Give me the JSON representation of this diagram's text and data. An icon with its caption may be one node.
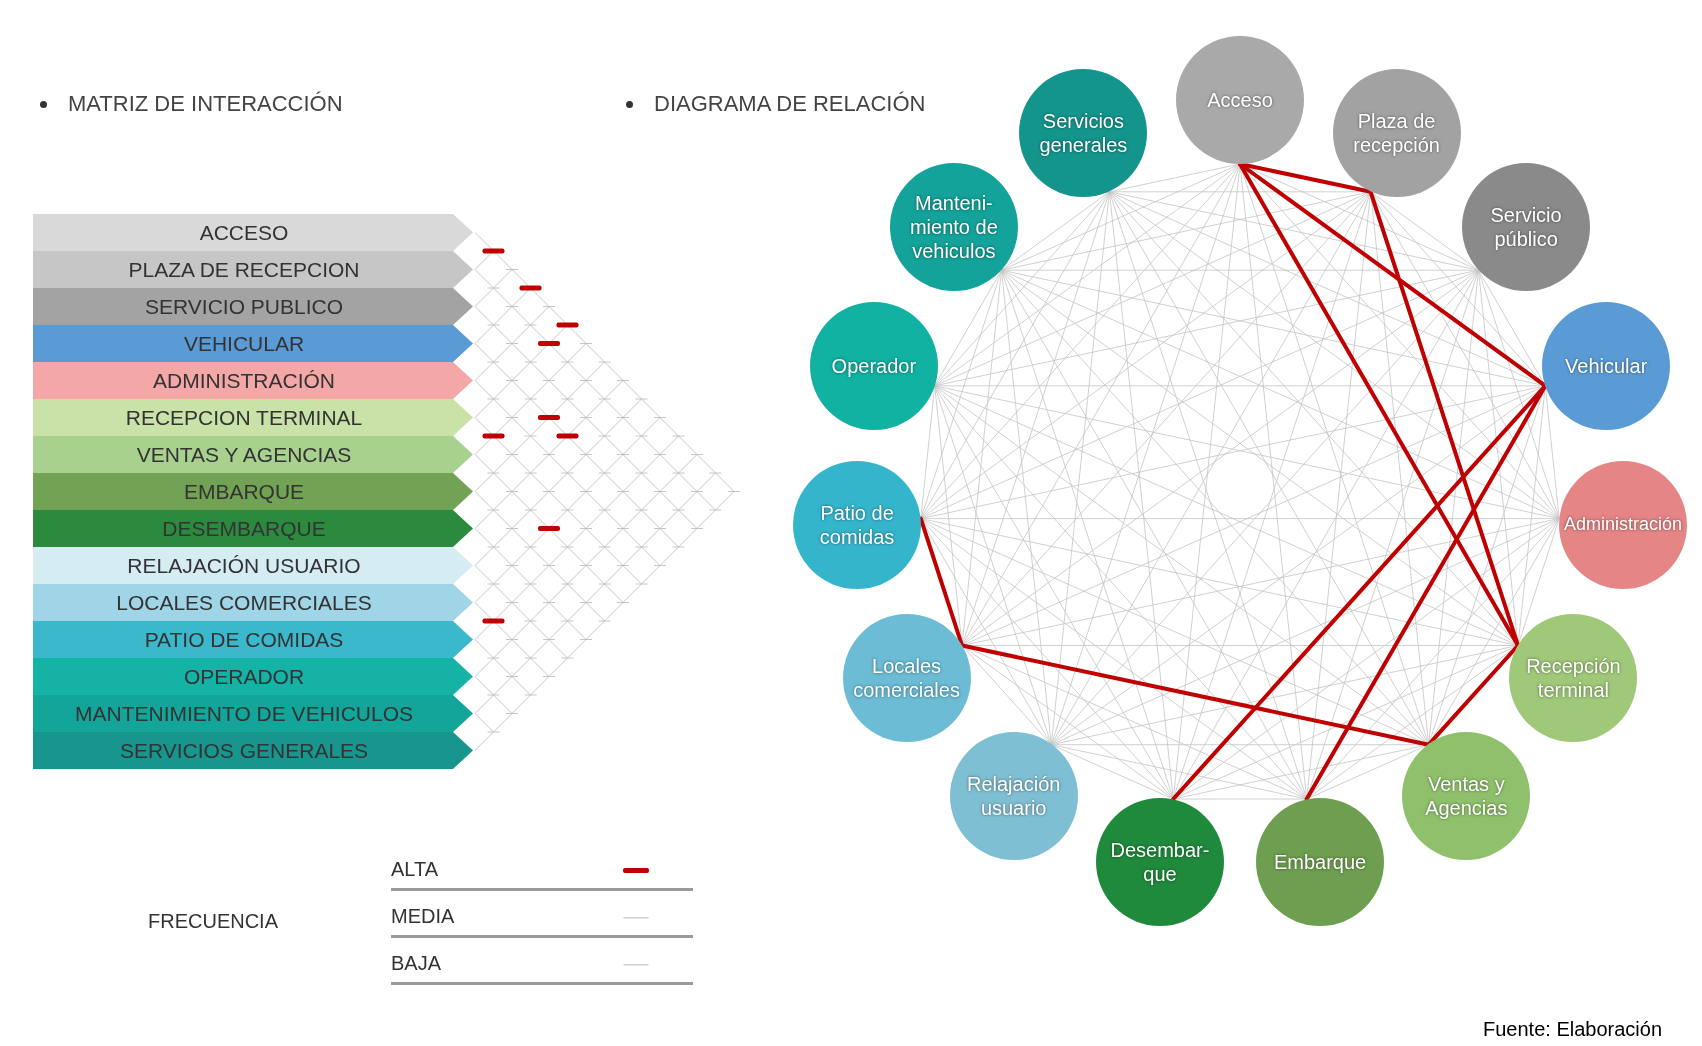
{
  "diagram": {
    "caption": "Fuente: Elaboración",
    "nodes": [
      {
        "text": [
          "ACCESO"
        ]
      },
      {
        "text": [
          "PLAZA DE RECEPCION"
        ]
      },
      {
        "text": [
          "SERVICIO PUBLICO"
        ]
      },
      {
        "text": [
          "VEHICULAR"
        ]
      },
      {
        "text": [
          "ADMINISTRACIÓN"
        ]
      },
      {
        "text": [
          "RECEPCION TERMINAL"
        ]
      },
      {
        "text": [
          "VENTAS Y AGENCIAS"
        ]
      },
      {
        "text": [
          "EMBARQUE"
        ]
      },
      {
        "text": [
          "DESEMBARQUE"
        ]
      },
      {
        "text": [
          "RELAJACIÓN USUARIO"
        ]
      },
      {
        "text": [
          "LOCALES COMERCIALES"
        ]
      },
      {
        "text": [
          "PATIO DE COMIDAS"
        ]
      },
      {
        "text": [
          "OPERADOR"
        ]
      },
      {
        "text": [
          "MANTENIMIENTO DE VEHICULOS"
        ]
      },
      {
        "text": [
          "SERVICIOS GENERALES"
        ]
      },
      {
        "text": [
          "Acceso"
        ]
      },
      {
        "text": [
          "Plaza de recepción"
        ]
      },
      {
        "text": [
          "Servicio público"
        ]
      },
      {
        "text": [
          "Vehicular"
        ]
      },
      {
        "text": [
          "Administración"
        ]
      },
      {
        "text": [
          "Recepción terminal"
        ]
      },
      {
        "text": [
          "Ventas y Agencias"
        ]
      },
      {
        "text": [
          "Embarque"
        ]
      },
      {
        "text": [
          "Desembar- que"
        ]
      },
      {
        "text": [
          "Relajación usuario"
        ]
      },
      {
        "text": [
          "Locales comerciales"
        ]
      },
      {
        "text": [
          "Patio de comidas"
        ]
      },
      {
        "text": [
          "Operador"
        ]
      },
      {
        "text": [
          "Manteni- miento de vehiculos"
        ]
      },
      {
        "text": [
          "Servicios generales"
        ]
      }
    ],
    "edges": [
      {
        "from": 15,
        "to": 16,
        "arrow": "none"
      },
      {
        "from": 15,
        "to": 18,
        "arrow": "none"
      },
      {
        "from": 15,
        "to": 20,
        "arrow": "none"
      },
      {
        "from": 16,
        "to": 20,
        "arrow": "none"
      },
      {
        "from": 18,
        "to": 23,
        "arrow": "none"
      },
      {
        "from": 18,
        "to": 22,
        "arrow": "none"
      },
      {
        "from": 20,
        "to": 21,
        "arrow": "none"
      },
      {
        "from": 21,
        "to": 25,
        "arrow": "none"
      },
      {
        "from": 25,
        "to": 26,
        "arrow": "none"
      }
    ],
    "labels": [
      "MATRIZ DE INTERACCIÓN",
      "DIAGRAMA DE RELACIÓN",
      "FRECUENCIA"
    ],
    "legend": [
      {
        "text": "ALTA"
      },
      {
        "text": "MEDIA"
      },
      {
        "text": "BAJA"
      }
    ]
  }
}
